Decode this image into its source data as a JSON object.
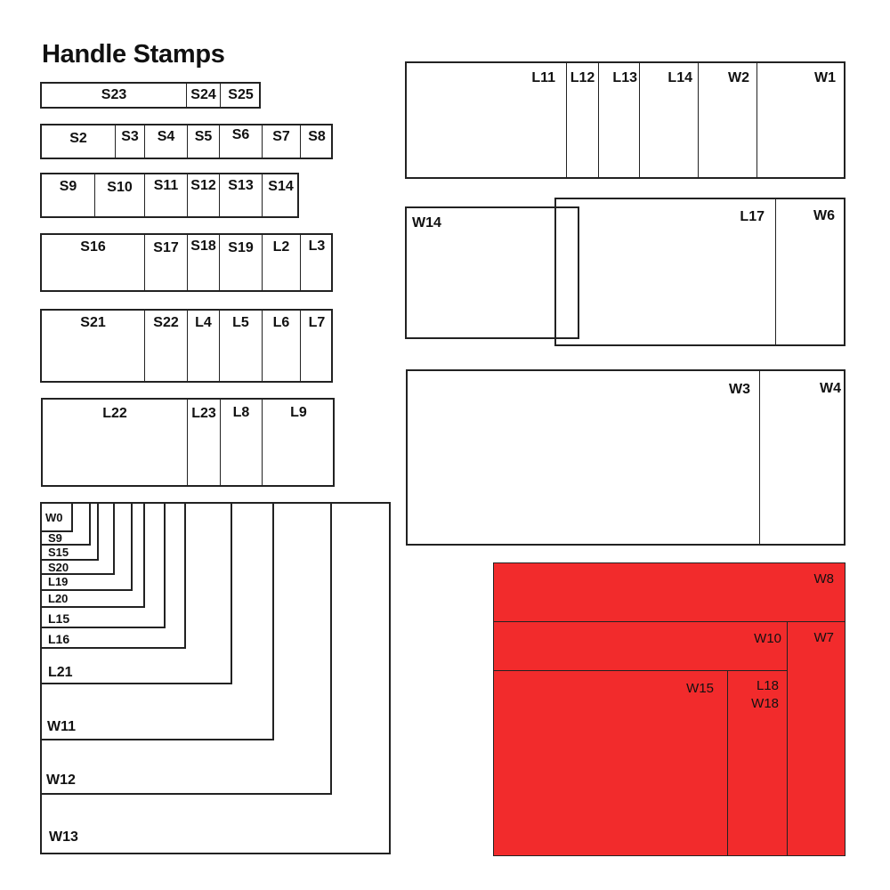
{
  "title": "Handle Stamps",
  "colors": {
    "stroke": "#222222",
    "red_fill": "#f22b2c",
    "background": "#ffffff"
  },
  "left_rows": [
    {
      "cells": [
        "S23",
        "S24",
        "S25"
      ]
    },
    {
      "cells": [
        "S2",
        "S3",
        "S4",
        "S5",
        "S6",
        "S7",
        "S8"
      ]
    },
    {
      "cells": [
        "S9",
        "S10",
        "S11",
        "S12",
        "S13",
        "S14"
      ]
    },
    {
      "cells": [
        "S16",
        "S17",
        "S18",
        "S19",
        "L2",
        "L3"
      ]
    },
    {
      "cells": [
        "S21",
        "S22",
        "L4",
        "L5",
        "L6",
        "L7"
      ]
    },
    {
      "cells": [
        "L22",
        "L23",
        "L8",
        "L9"
      ]
    }
  ],
  "nested": [
    "W0",
    "S9",
    "S15",
    "S20",
    "L19",
    "L20",
    "L15",
    "L16",
    "L21",
    "W11",
    "W12",
    "W13"
  ],
  "right_top": [
    "L11",
    "L12",
    "L13",
    "L14",
    "W2",
    "W1"
  ],
  "overlap": {
    "left": "W14",
    "main": "L17",
    "side": "W6"
  },
  "w3w4": [
    "W3",
    "W4"
  ],
  "red": {
    "top": "W8",
    "mid": "W10",
    "side": "W7",
    "bottom_left": "W15",
    "bottom_mid": [
      "L18",
      "W18"
    ]
  }
}
